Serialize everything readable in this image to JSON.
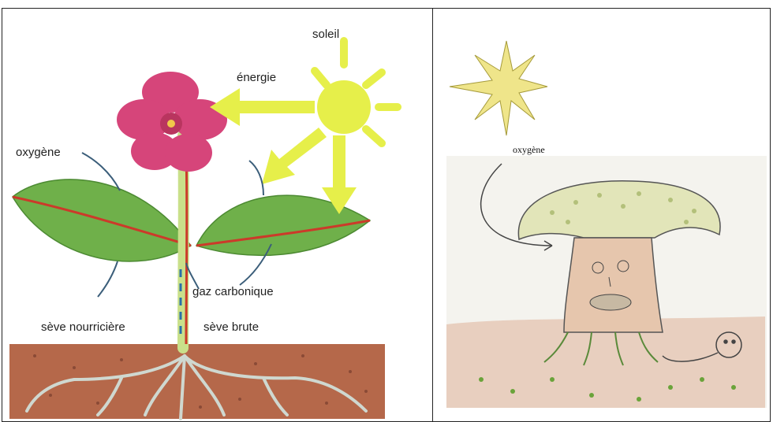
{
  "left_panel": {
    "labels": {
      "soleil": "soleil",
      "energie": "énergie",
      "oxygene": "oxygène",
      "gaz_carbonique": "gaz carbonique",
      "seve_nourriciere": "sève nourricière",
      "seve_brute": "sève brute"
    }
  },
  "right_panel": {
    "labels": {
      "oxygene": "oxygène"
    }
  },
  "colors": {
    "sun": "#e6ef4a",
    "leaf": "#6fb04a",
    "flower": "#d6457a",
    "stem": "#c9e08a",
    "soil": "#b5684a",
    "sap_red": "#cc3a2a",
    "sap_blue": "#2a6fa8",
    "sketch_sun": "#efe58a"
  }
}
